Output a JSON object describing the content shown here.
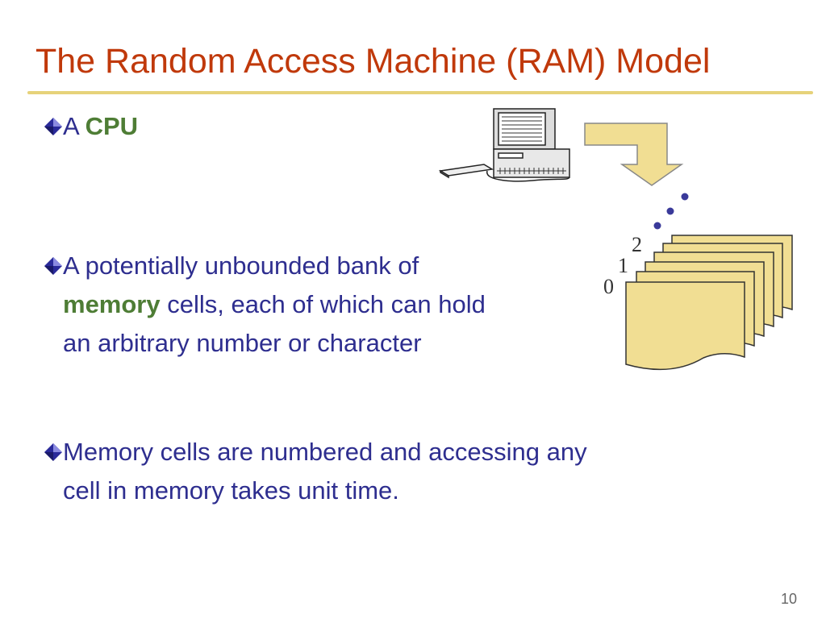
{
  "slide": {
    "title": "The Random Access Machine (RAM) Model",
    "page_number": "10"
  },
  "bullets": [
    {
      "lead": "A ",
      "emphasis": "CPU"
    },
    {
      "line1": "A potentially unbounded bank of",
      "emphasis": "memory",
      "line2_rest": " cells, each of which can hold",
      "line3": "an arbitrary number or character"
    },
    {
      "line1": "Memory cells are numbered and accessing any",
      "line2": "cell in memory takes unit time."
    }
  ],
  "figure": {
    "cell_labels": [
      "0",
      "1",
      "2"
    ],
    "icons": [
      "computer-icon",
      "down-arrow-icon",
      "ellipsis-dots-icon",
      "memory-cells-icon"
    ],
    "colors": {
      "title": "#C0390B",
      "text": "#2E2E8F",
      "emphasis": "#4E7D35",
      "rule": "#E6D27A",
      "paper_fill": "#F1DE93",
      "dots": "#3A3A9A"
    }
  }
}
